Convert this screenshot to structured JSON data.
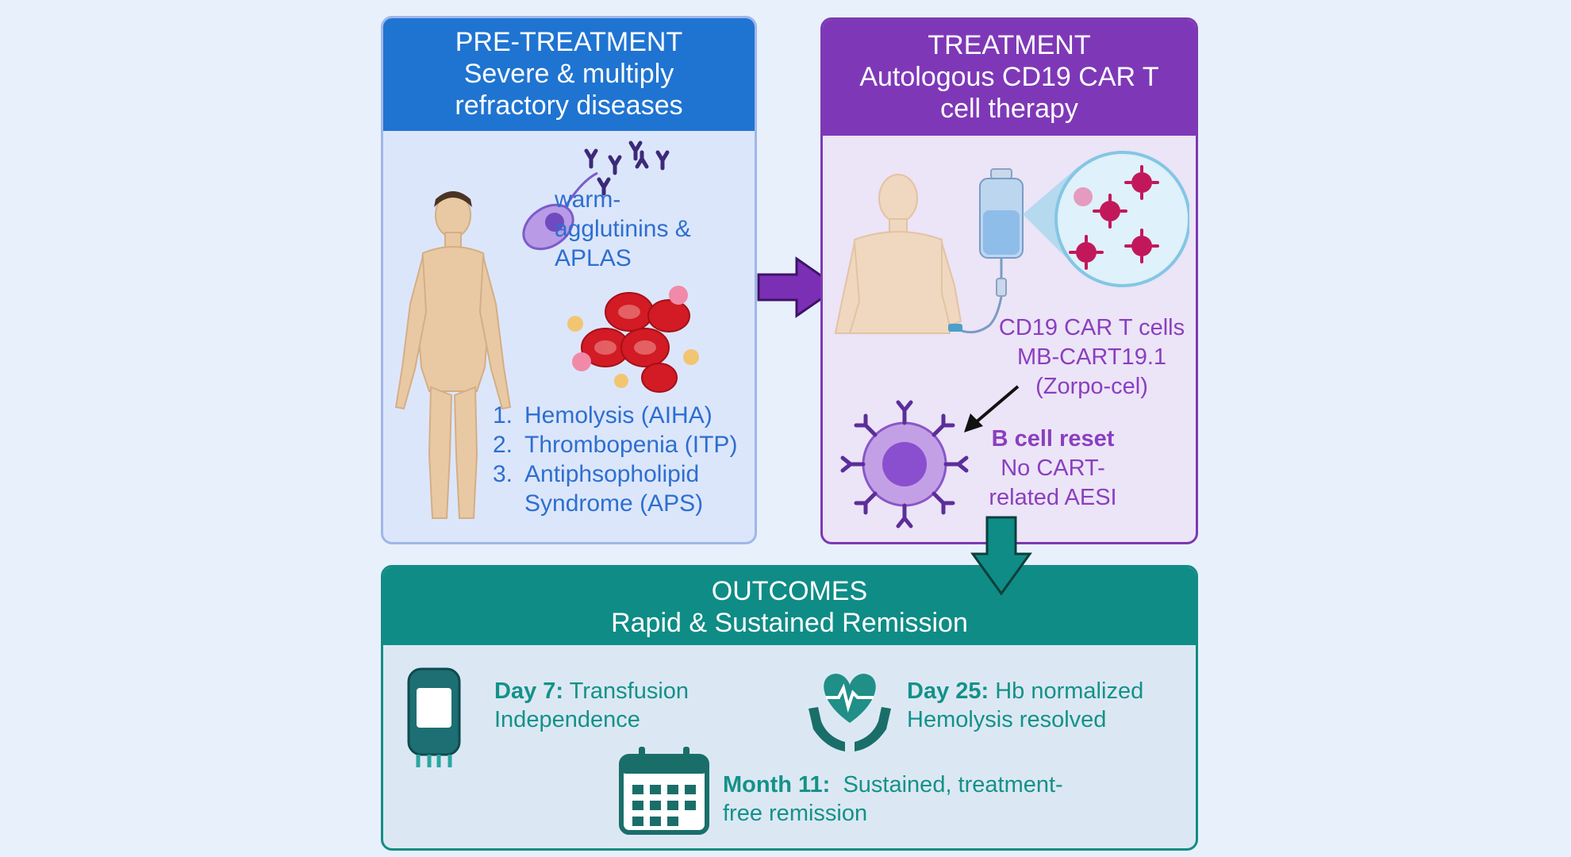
{
  "pre_treatment": {
    "title": "PRE-TREATMENT",
    "subtitle_line1": "Severe & multiply",
    "subtitle_line2": "refractory diseases",
    "antibody_label": [
      "warm-",
      "agglutinins &",
      "APLAS"
    ],
    "diseases": [
      {
        "num": "1.",
        "text": "Hemolysis (AIHA)"
      },
      {
        "num": "2.",
        "text": "Thrombopenia (ITP)"
      },
      {
        "num": "3.",
        "text": "Antiphsopholipid",
        "text2": "Syndrome (APS)"
      }
    ]
  },
  "treatment": {
    "title": "TREATMENT",
    "subtitle_line1": "Autologous CD19 CAR T",
    "subtitle_line2": "cell therapy",
    "product_label": [
      "CD19 CAR T cells",
      "MB-CART19.1",
      "(Zorpo-cel)"
    ],
    "reset_label": "B cell reset",
    "reset_detail": [
      "No CART-",
      "related AESI"
    ]
  },
  "outcomes": {
    "title": "OUTCOMES",
    "subtitle": "Rapid & Sustained Remission",
    "items": [
      {
        "label": "Day 7:",
        "text": " Transfusion",
        "text2": "Independence"
      },
      {
        "label": "Day 25:",
        "text": " Hb normalized",
        "text2": "Hemolysis resolved"
      },
      {
        "label": "Month 11:",
        "text": "  Sustained, treatment-",
        "text2": "free remission"
      }
    ]
  },
  "colors": {
    "pre_header": "#1f74d1",
    "treatment_header": "#7e38b7",
    "outcomes_header": "#0f8c86",
    "arrow_purple": "#7b2fb5",
    "arrow_teal": "#0f8c86"
  },
  "icons": [
    "human-body-icon",
    "plasma-cell-icon",
    "red-blood-cells-icon",
    "patient-torso-icon",
    "iv-bag-icon",
    "car-t-cells-icon",
    "b-cell-icon",
    "blood-bag-icon",
    "heart-hands-icon",
    "calendar-icon"
  ]
}
